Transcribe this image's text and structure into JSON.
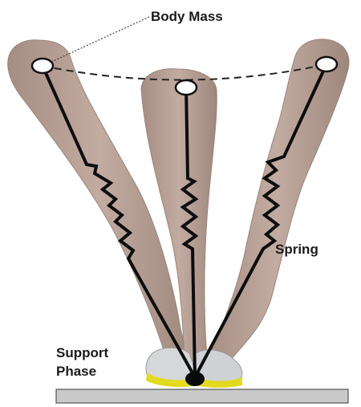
{
  "labels": {
    "body_mass": "Body Mass",
    "spring": "Spring",
    "support_line1": "Support",
    "support_line2": "Phase"
  },
  "colors": {
    "skin": "#b7a096",
    "skin_shadow": "#8f7a70",
    "spring_line": "#0d0d0d",
    "ground": "#c9c9c9",
    "ground_edge": "#555555",
    "shoe_yellow": "#e2da1f",
    "shoe_grey": "#cfd1d4"
  },
  "legs": [
    {
      "name": "left-leg"
    },
    {
      "name": "center-leg"
    },
    {
      "name": "right-leg"
    }
  ]
}
